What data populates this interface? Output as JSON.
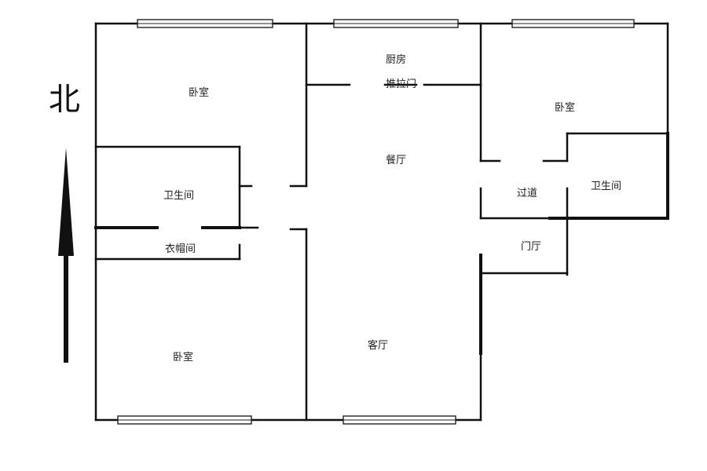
{
  "north_label": "北",
  "rooms": {
    "bedroom_nw": "卧室",
    "kitchen": "厨房",
    "sliding_door": "推拉门",
    "bedroom_ne": "卧室",
    "dining": "餐厅",
    "bathroom_w": "卫生间",
    "corridor": "过道",
    "bathroom_e": "卫生间",
    "cloakroom": "衣帽间",
    "foyer": "门厅",
    "living": "客厅",
    "bedroom_sw": "卧室"
  }
}
